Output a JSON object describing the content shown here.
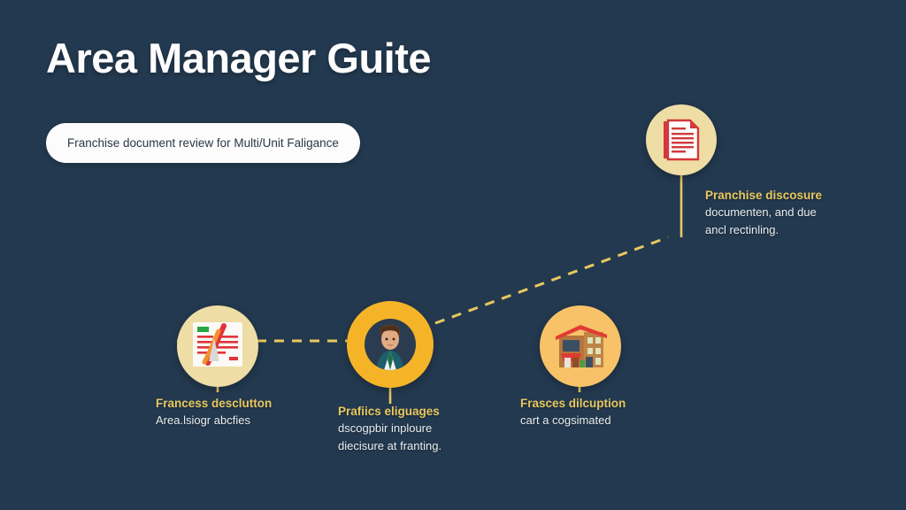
{
  "page": {
    "background_color": "#23394f",
    "accent_color": "#e8c85f",
    "node_ring_color": "#f5b428",
    "node_cream_color": "#efdda6"
  },
  "header": {
    "title": "Area Manager Guite",
    "pill_text": "Franchise document review for Multi/Unit Faligance"
  },
  "nodes": [
    {
      "id": "franchise-disclosure",
      "icon": "document-icon",
      "heading": "Pranchise discosure",
      "body_lines": [
        "documenten, and due",
        "ancl rectinling."
      ]
    },
    {
      "id": "francess-desclutton",
      "icon": "form-document-icon",
      "heading": "Francess desclutton",
      "body_lines": [
        "Area.lsiogr abcfies"
      ]
    },
    {
      "id": "prafiics-eliguages",
      "icon": "person-avatar-icon",
      "heading": "Prafiics eliguages",
      "body_lines": [
        "dscogpbir inploure",
        "diecisure at franting."
      ]
    },
    {
      "id": "frasces-dilcuption",
      "icon": "building-icon",
      "heading": "Frasces dilcuption",
      "body_lines": [
        "cart a cogsimated"
      ]
    }
  ]
}
